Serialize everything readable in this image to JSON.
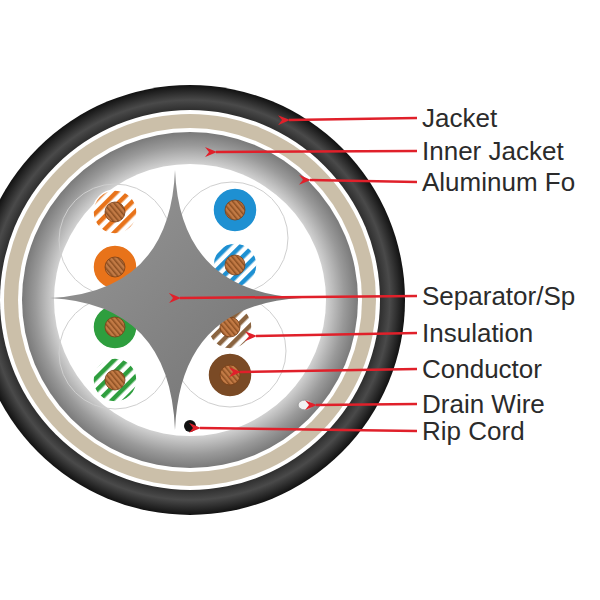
{
  "diagram": {
    "labels": [
      "Jacket",
      "Inner Jacket",
      "Aluminum Fo",
      "Separator/Sp",
      "Insulation",
      "Conductor",
      "Drain Wire",
      "Rip Cord"
    ]
  }
}
